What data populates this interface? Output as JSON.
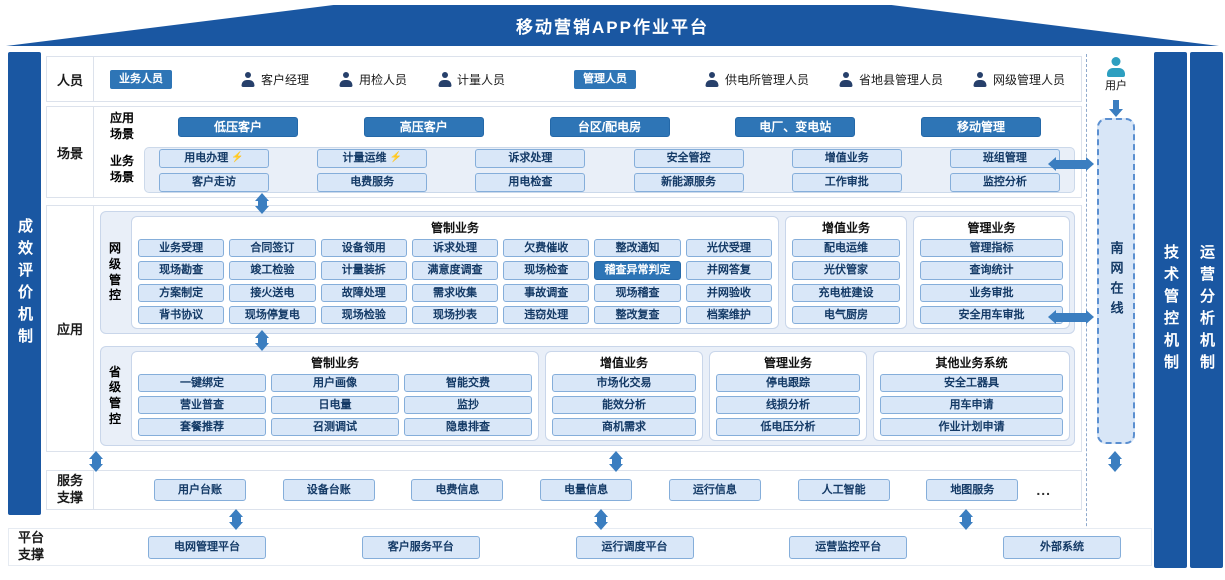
{
  "title": "移动营销APP作业平台",
  "frame": {
    "left_bar": "成效评价机制",
    "right_bar_1": "技术管控机制",
    "right_bar_2": "运营分析机制"
  },
  "right_column": {
    "user_label": "用户",
    "channel_label": "南网在线"
  },
  "personnel": {
    "row_label": "人员",
    "groups": [
      {
        "tag": "业务人员",
        "members": [
          "客户经理",
          "用检人员",
          "计量人员"
        ]
      },
      {
        "tag": "管理人员",
        "members": [
          "供电所管理人员",
          "省地县管理人员",
          "网级管理人员"
        ]
      }
    ]
  },
  "scene": {
    "row_label": "场景",
    "app_scene_label": "应用场景",
    "app_scene_items": [
      "低压客户",
      "高压客户",
      "台区/配电房",
      "电厂、变电站",
      "移动管理"
    ],
    "biz_scene_label": "业务场景",
    "biz_scene_rows": [
      [
        {
          "label": "用电办理",
          "badge": true
        },
        {
          "label": "计量运维",
          "badge": true
        },
        "诉求处理",
        "安全管控",
        "增值业务",
        "班组管理"
      ],
      [
        "客户走访",
        "电费服务",
        "用电检查",
        "新能源服务",
        "工作审批",
        "监控分析"
      ]
    ]
  },
  "application": {
    "row_label": "应用",
    "net_level": {
      "label": "网级管控",
      "panels": [
        {
          "title": "管制业务",
          "items": [
            "业务受理",
            "合同签订",
            "设备领用",
            "诉求处理",
            "欠费催收",
            "整改通知",
            "光伏受理",
            "现场勘查",
            "竣工检验",
            "计量装拆",
            "满意度调查",
            "现场检查",
            {
              "label": "稽查异常判定",
              "highlight": true
            },
            "并网答复",
            "方案制定",
            "接火送电",
            "故障处理",
            "需求收集",
            "事故调查",
            "现场稽查",
            "并网验收",
            "背书协议",
            "现场停复电",
            "现场检验",
            "现场抄表",
            "违窃处理",
            "整改复查",
            "档案维护"
          ]
        },
        {
          "title": "增值业务",
          "items": [
            "配电运维",
            "光伏管家",
            "充电桩建设",
            "电气厨房"
          ]
        },
        {
          "title": "管理业务",
          "items": [
            "管理指标",
            "查询统计",
            "业务审批",
            "安全用车审批"
          ]
        }
      ]
    },
    "prov_level": {
      "label": "省级管控",
      "panels": [
        {
          "title": "管制业务",
          "items": [
            "一键绑定",
            "用户画像",
            "智能交费",
            "营业普查",
            "日电量",
            "监抄",
            "套餐推荐",
            "召测调试",
            "隐患排查"
          ]
        },
        {
          "title": "增值业务",
          "items": [
            "市场化交易",
            "能效分析",
            "商机需求"
          ]
        },
        {
          "title": "管理业务",
          "items": [
            "停电跟踪",
            "线损分析",
            "低电压分析"
          ]
        },
        {
          "title": "其他业务系统",
          "items": [
            "安全工器具",
            "用车申请",
            "作业计划申请"
          ]
        }
      ]
    }
  },
  "service_support": {
    "row_label": "服务支撑",
    "items": [
      "用户台账",
      "设备台账",
      "电费信息",
      "电量信息",
      "运行信息",
      "人工智能",
      "地图服务"
    ],
    "more": "..."
  },
  "platform_support": {
    "row_label": "平台支撑",
    "items": [
      "电网管理平台",
      "客户服务平台",
      "运行调度平台",
      "运营监控平台",
      "外部系统"
    ]
  }
}
